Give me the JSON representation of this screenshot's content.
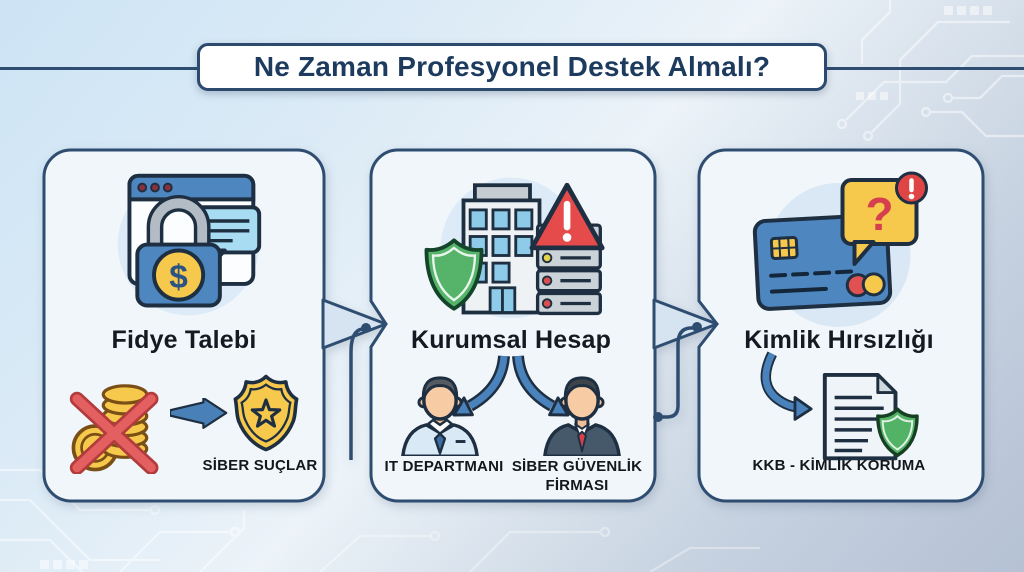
{
  "header": {
    "title": "Ne Zaman Profesyonel Destek Almalı?"
  },
  "cards": [
    {
      "id": "ransom-demand",
      "title": "Fidye Talebi",
      "main_icon": "ransomware-browser-lock-chat-icon",
      "flow": {
        "from_icon": "crossed-out-coins-icon",
        "arrow_icon": "arrow-right-icon",
        "to_icon": "police-badge-icon",
        "to_label": "SİBER SUÇLAR"
      }
    },
    {
      "id": "corporate-account",
      "title": "Kurumsal Hesap",
      "main_icon": "building-shield-server-warning-icon",
      "branch_arrows_icon": "split-curved-arrows-icon",
      "branches": [
        {
          "icon": "it-department-person-icon",
          "label": "IT DEPARTMANI"
        },
        {
          "icon": "security-firm-person-icon",
          "label": "SİBER GÜVENLİK FİRMASI"
        }
      ]
    },
    {
      "id": "identity-theft",
      "title": "Kimlik Hırsızlığı",
      "main_icon": "credit-card-question-alert-icon",
      "flow": {
        "arrow_icon": "curved-arrow-icon",
        "to_icon": "document-shield-icon",
        "to_label": "KKB - KİMLİK KORUMA"
      }
    }
  ],
  "glyphs": {
    "dollar": "$",
    "question": "?"
  },
  "colors": {
    "background_top_left": "#cde4f5",
    "background_bottom_right": "#b5c1d4",
    "outline_navy": "#2e4d71",
    "card_background": "#f1f6fa",
    "connector_fill": "#d6e4f1",
    "title_text": "#1d3a5f",
    "accent_blue": "#4e86c0",
    "accent_light_blue": "#a7dcf2",
    "accent_yellow": "#f6c84c",
    "accent_red": "#e25050",
    "accent_green": "#52b367",
    "label_text": "#14181d"
  }
}
